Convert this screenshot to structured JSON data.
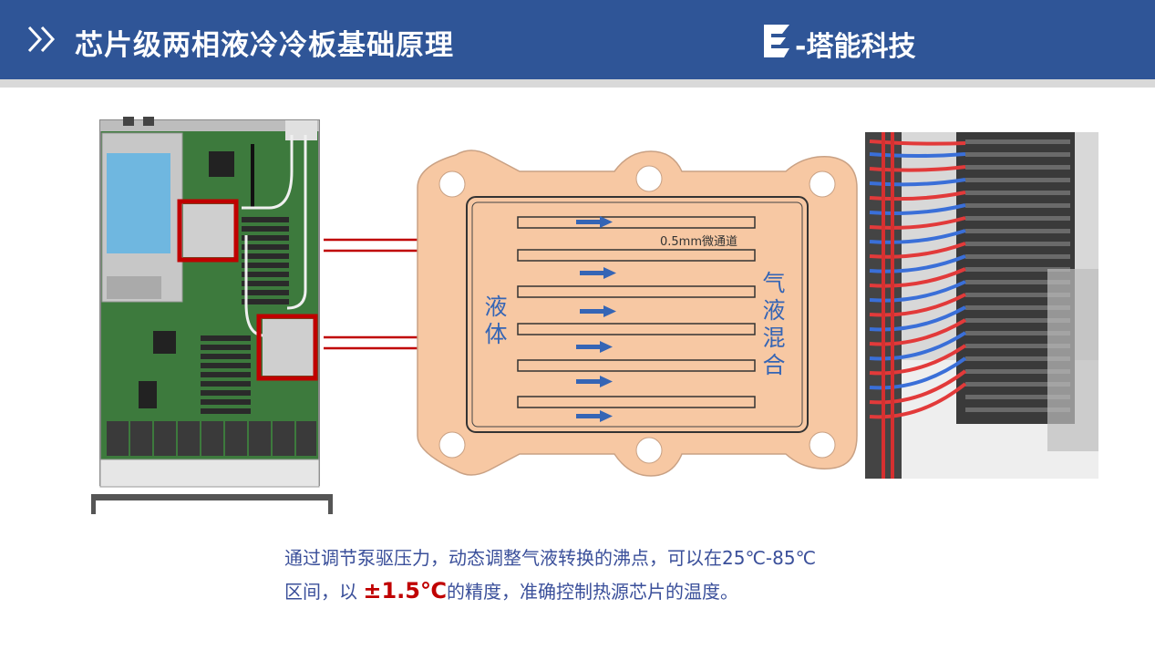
{
  "header": {
    "title": "芯片级两相液冷冷板基础原理",
    "company": "-塔能科技",
    "bg_color": "#2f5597"
  },
  "diagram": {
    "channel_label": "0.5mm微通道",
    "inlet_label": "液体",
    "outlet_label": "气液混合",
    "plate_color": "#f7c8a3",
    "arrow_color": "#3565b5"
  },
  "caption": {
    "line1": "通过调节泵驱压力，动态调整气液转换的沸点，可以在25℃-85℃",
    "line2_pre": "区间，以",
    "highlight": "±1.5℃",
    "line2_post": "的精度，准确控制热源芯片的温度。"
  }
}
